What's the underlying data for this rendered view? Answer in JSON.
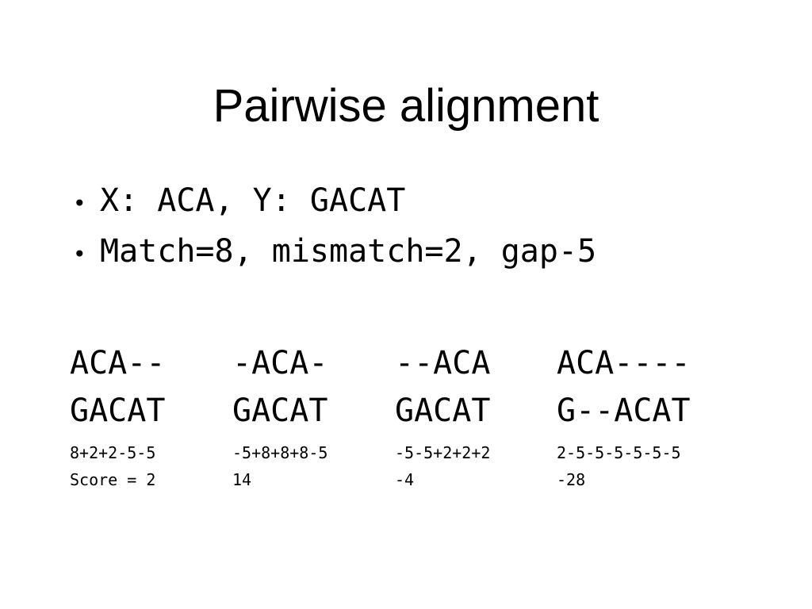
{
  "title": "Pairwise alignment",
  "bullets": [
    "X: ACA, Y: GACAT",
    "Match=8, mismatch=2, gap-5"
  ],
  "bullet_glyph": "•",
  "alignments": [
    {
      "x_row": "ACA--",
      "y_row": "GACAT",
      "calc": "8+2+2-5-5",
      "score": "Score = 2"
    },
    {
      "x_row": "-ACA-",
      "y_row": "GACAT",
      "calc": "-5+8+8+8-5",
      "score": "14"
    },
    {
      "x_row": "--ACA",
      "y_row": "GACAT",
      "calc": "-5-5+2+2+2",
      "score": "-4"
    },
    {
      "x_row": "ACA----",
      "y_row": "G--ACAT",
      "calc": "2-5-5-5-5-5-5",
      "score": "-28"
    }
  ]
}
